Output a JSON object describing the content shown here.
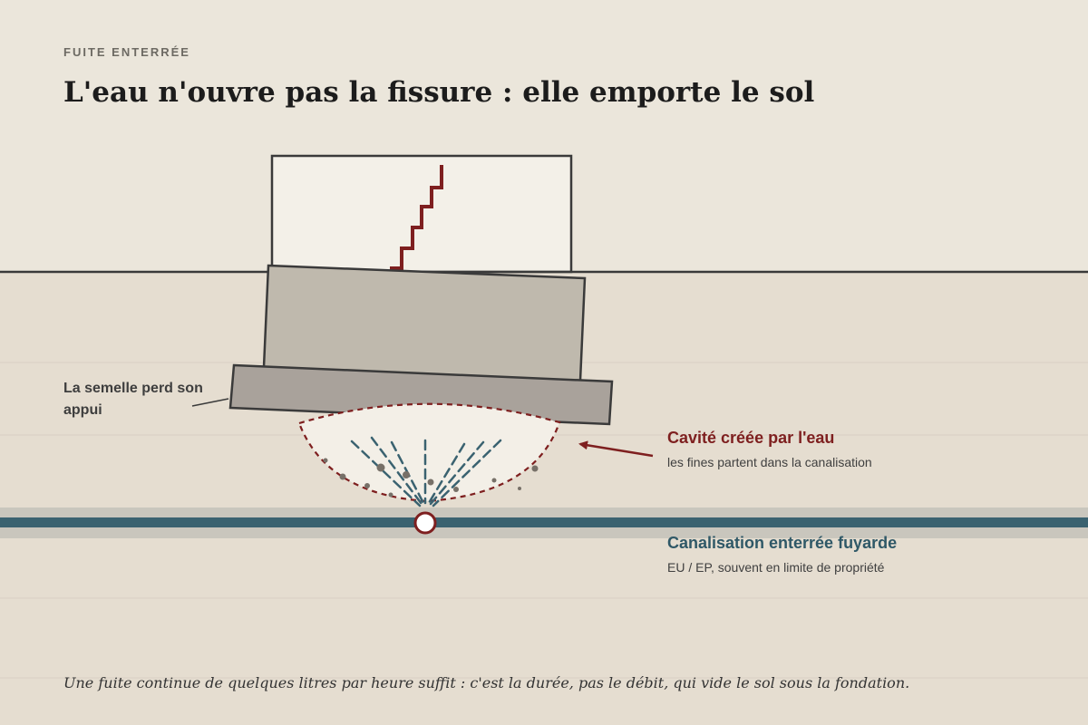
{
  "header": {
    "kicker": "FUITE ENTERRÉE",
    "title": "L'eau n'ouvre pas la fissure : elle emporte le sol"
  },
  "labels": {
    "sole": "La semelle perd son appui",
    "cavity_title": "Cavité créée par l'eau",
    "cavity_sub": "les fines partent dans la canalisation",
    "pipe_title": "Canalisation enterrée fuyarde",
    "pipe_sub": "EU / EP, souvent en limite de propriété"
  },
  "footnote": "Une fuite continue de quelques litres par heure suffit : c'est la durée, pas le débit, qui vide le sol sous la fondation.",
  "colors": {
    "background": "#ebe6db",
    "soil": "#e5ddd0",
    "wall": "#f3f0e8",
    "footing": "#bfb9ad",
    "sole": "#a9a29b",
    "crack": "#7e1f1f",
    "cavity": "#f3efe7",
    "pipe": "#3a6270",
    "pipe_band": "#c9c6bd",
    "flow": "#3a6270",
    "debris": "#777068"
  }
}
